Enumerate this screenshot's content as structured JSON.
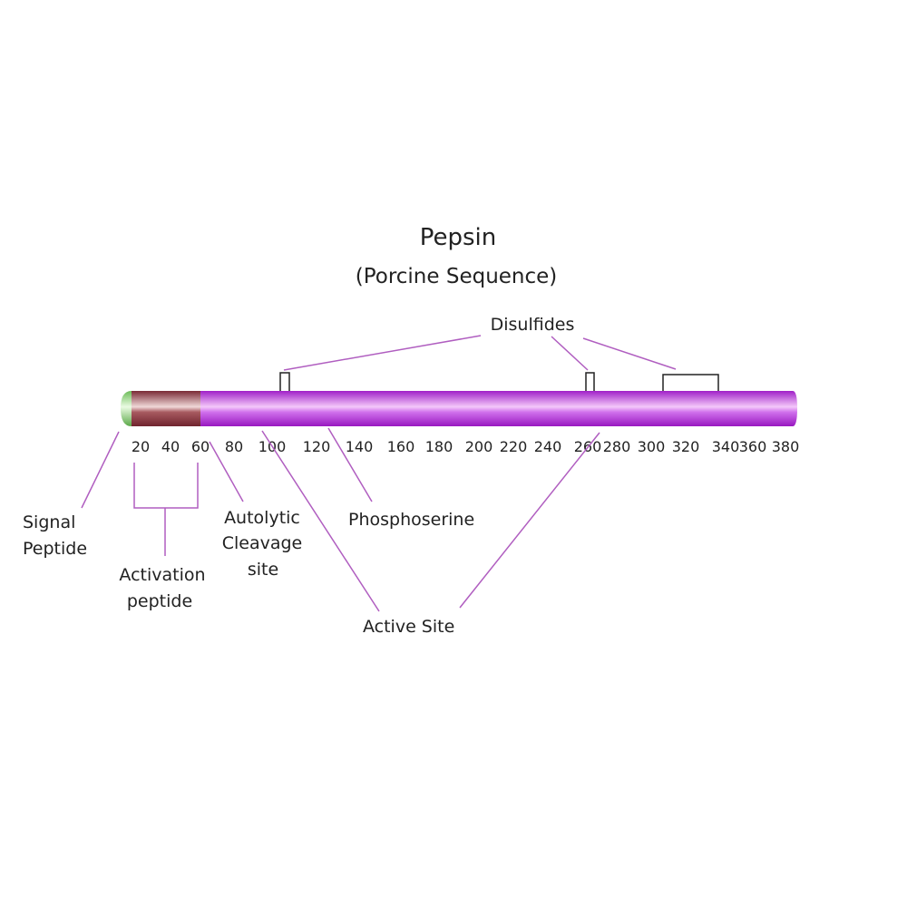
{
  "title": "Pepsin",
  "subtitle": "(Porcine Sequence)",
  "axis_ticks": [
    "20",
    "40",
    "60",
    "80",
    "100",
    "120",
    "140",
    "160",
    "180",
    "200",
    "220",
    "240",
    "260",
    "280",
    "300",
    "320",
    "340",
    "360",
    "380"
  ],
  "labels": {
    "disulfides": "Disulfides",
    "signal_line1": "Signal",
    "signal_line2": "Peptide",
    "activation_line1": "Activation",
    "activation_line2": "peptide",
    "autolytic_line1": "Autolytic",
    "autolytic_line2": "Cleavage",
    "autolytic_line3": "site",
    "phosphoserine": "Phosphoserine",
    "active_site": "Active Site"
  },
  "colors": {
    "signal": "#8fd37a",
    "activation": "#8a3a45",
    "mature": "#c040e0",
    "leader": "#b05ec0"
  }
}
